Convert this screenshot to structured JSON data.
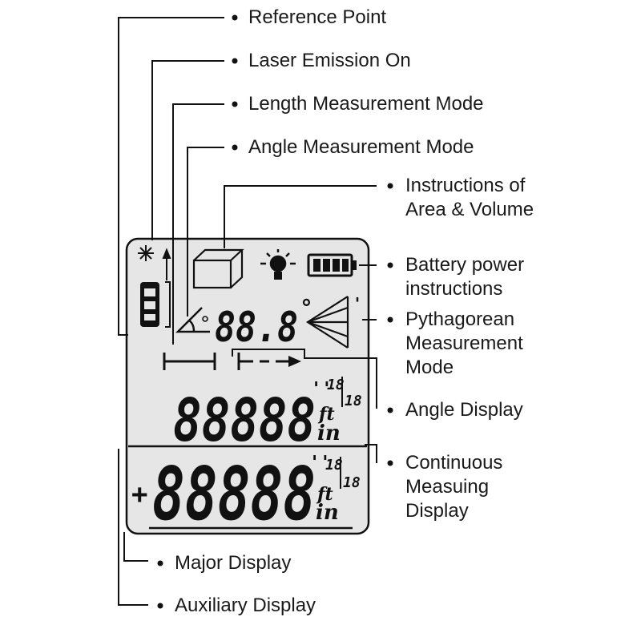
{
  "labels": {
    "reference_point": "Reference Point",
    "laser_emission": "Laser Emission On",
    "length_mode": "Length Measurement Mode",
    "angle_mode": "Angle Measurement Mode",
    "area_volume_1": "Instructions of",
    "area_volume_2": "Area & Volume",
    "battery_1": "Battery power",
    "battery_2": "instructions",
    "pythagorean_1": "Pythagorean",
    "pythagorean_2": "Measurement",
    "pythagorean_3": "Mode",
    "angle_display": "Angle Display",
    "continuous_1": "Continuous",
    "continuous_2": "Measuing",
    "continuous_3": "Display",
    "major_display": "Major Display",
    "auxiliary_display": "Auxiliary Display"
  },
  "lcd": {
    "angle_digits": "88.8",
    "degree": "°",
    "aux_digits": "88888",
    "major_digits": "88888",
    "quote": "''",
    "frac_top": "18",
    "frac_bottom": "18",
    "unit_ft": "ft",
    "unit_in": "in",
    "sign": "+",
    "prime": "'"
  },
  "colors": {
    "lcd_background": "#e6e6e6",
    "ink": "#111111"
  },
  "icons": [
    "laser-star-icon",
    "laser-arrow-icon",
    "device-reference-icon",
    "cube-icon",
    "light-bulb-icon",
    "battery-icon",
    "angle-icon",
    "pythagorean-triangle-icon",
    "length-bar-icon",
    "continuous-arrow-icon"
  ]
}
